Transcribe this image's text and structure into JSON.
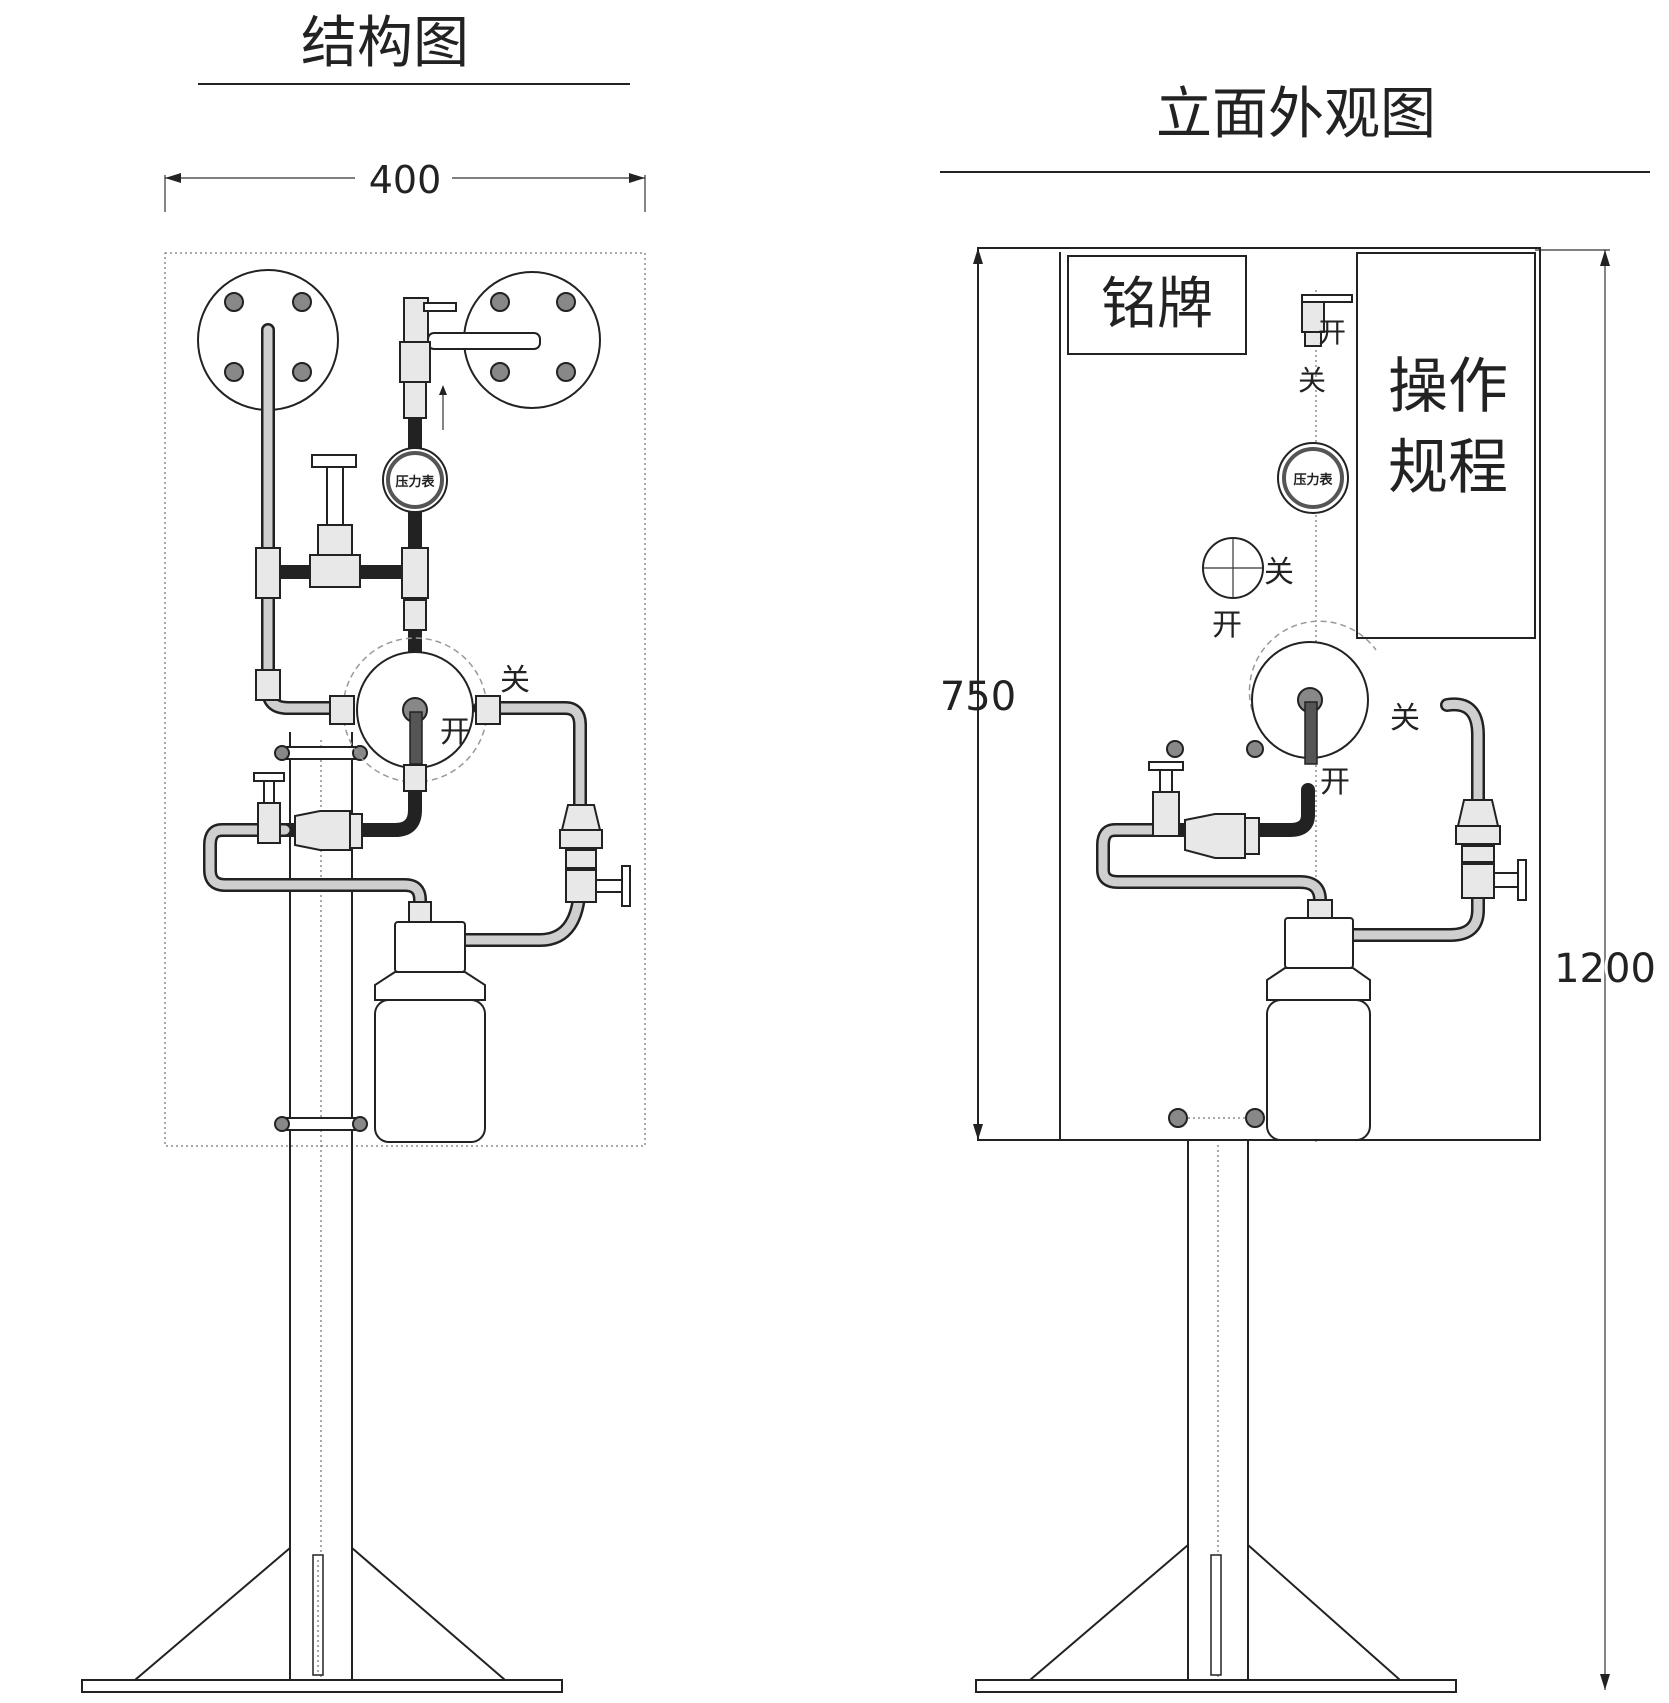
{
  "left_view": {
    "title": "结构图",
    "dim_width": "400",
    "valve_open": "开",
    "valve_close": "关",
    "gauge_label": "压力表"
  },
  "right_view": {
    "title": "立面外观图",
    "dim_height_panel": "750",
    "dim_height_total": "1200",
    "nameplate": "铭牌",
    "procedure_line1": "操作",
    "procedure_line2": "规程",
    "gauge_label": "压力表",
    "label_open_top": "开",
    "label_close_top": "关",
    "label_close_knob": "关",
    "label_open_knob": "开",
    "label_close_main": "关",
    "label_open_main": "开"
  }
}
